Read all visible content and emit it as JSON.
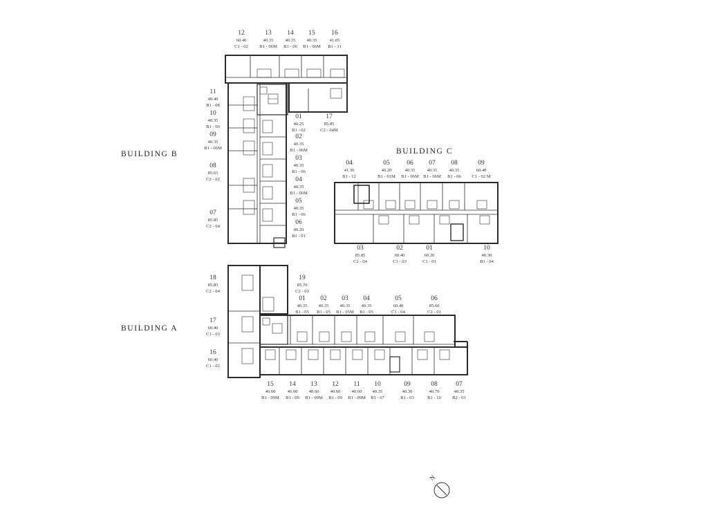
{
  "buildings": {
    "a": "BUILDING A",
    "b": "BUILDING B",
    "c": "BUILDING C"
  },
  "units": {
    "b12": {
      "no": "12",
      "area": "60.40",
      "type": "C1 - 02"
    },
    "b13": {
      "no": "13",
      "area": "40.35",
      "type": "B1 - 06M"
    },
    "b14": {
      "no": "14",
      "area": "40.35",
      "type": "B1 - 06"
    },
    "b15": {
      "no": "15",
      "area": "40.35",
      "type": "B1 - 06M"
    },
    "b16": {
      "no": "16",
      "area": "41.05",
      "type": "B1 - 11"
    },
    "b11": {
      "no": "11",
      "area": "40.40",
      "type": "B1 - 08"
    },
    "b10": {
      "no": "10",
      "area": "40.35",
      "type": "B1 - 06"
    },
    "b09": {
      "no": "09",
      "area": "40.35",
      "type": "B1 - 06M"
    },
    "b08": {
      "no": "08",
      "area": "85.65",
      "type": "C2 - 02"
    },
    "b07": {
      "no": "07",
      "area": "85.85",
      "type": "C2 - 04"
    },
    "b17": {
      "no": "17",
      "area": "85.85",
      "type": "C2 - 04M"
    },
    "b01": {
      "no": "01",
      "area": "40.25",
      "type": "B1 - 02"
    },
    "b02": {
      "no": "02",
      "area": "40.35",
      "type": "B1 - 06M"
    },
    "b03": {
      "no": "03",
      "area": "40.35",
      "type": "B1 - 06"
    },
    "b04": {
      "no": "04",
      "area": "40.35",
      "type": "B1 - 06M"
    },
    "b05": {
      "no": "05",
      "area": "40.35",
      "type": "B1 - 06"
    },
    "b06": {
      "no": "06",
      "area": "40.20",
      "type": "B1 - 01"
    },
    "c04": {
      "no": "04",
      "area": "41.30",
      "type": "B1 - 12"
    },
    "c05": {
      "no": "05",
      "area": "40.20",
      "type": "B1 - 01M"
    },
    "c06": {
      "no": "06",
      "area": "40.35",
      "type": "B1 - 06M"
    },
    "c07": {
      "no": "07",
      "area": "40.35",
      "type": "B1 - 06M"
    },
    "c08": {
      "no": "08",
      "area": "40.35",
      "type": "B1 - 06"
    },
    "c09": {
      "no": "09",
      "area": "60.40",
      "type": "C1 - 02 M"
    },
    "c03": {
      "no": "03",
      "area": "85.85",
      "type": "C2 - 04"
    },
    "c02": {
      "no": "02",
      "area": "60.40",
      "type": "C1 - 03"
    },
    "c01": {
      "no": "01",
      "area": "60.20",
      "type": "C1 - 01"
    },
    "c10": {
      "no": "10",
      "area": "40.30",
      "type": "B1 - 04"
    },
    "a18": {
      "no": "18",
      "area": "85.85",
      "type": "C2 - 04"
    },
    "a17": {
      "no": "17",
      "area": "60.40",
      "type": "C1 - 03"
    },
    "a16": {
      "no": "16",
      "area": "60.40",
      "type": "C1 - 02"
    },
    "a19": {
      "no": "19",
      "area": "85.70",
      "type": "C2 - 03"
    },
    "a01": {
      "no": "01",
      "area": "40.35",
      "type": "B1 - 05"
    },
    "a02": {
      "no": "02",
      "area": "40.35",
      "type": "B1 - 05"
    },
    "a03": {
      "no": "03",
      "area": "40.35",
      "type": "B1 - 05M"
    },
    "a04": {
      "no": "04",
      "area": "40.35",
      "type": "B1 - 05"
    },
    "a05": {
      "no": "05",
      "area": "60.40",
      "type": "C1 - 04"
    },
    "a06": {
      "no": "06",
      "area": "85.60",
      "type": "C2 - 01"
    },
    "a15": {
      "no": "15",
      "area": "40.60",
      "type": "B1 - 09M"
    },
    "a14": {
      "no": "14",
      "area": "40.60",
      "type": "B1 - 09"
    },
    "a13": {
      "no": "13",
      "area": "40.60",
      "type": "B1 - 09M"
    },
    "a12": {
      "no": "12",
      "area": "40.60",
      "type": "B1 - 09"
    },
    "a11": {
      "no": "11",
      "area": "40.60",
      "type": "B1 - 09M"
    },
    "a10": {
      "no": "10",
      "area": "40.35",
      "type": "B1 - 07"
    },
    "a09": {
      "no": "09",
      "area": "40.30",
      "type": "B1 - 03"
    },
    "a08": {
      "no": "08",
      "area": "40.70",
      "type": "B1 - 10"
    },
    "a07": {
      "no": "07",
      "area": "40.35",
      "type": "B2 - 01"
    }
  },
  "compass": {
    "north": "N"
  },
  "colors": {
    "wall": "#2b2b2b",
    "thin": "#555555",
    "background": "#ffffff"
  }
}
